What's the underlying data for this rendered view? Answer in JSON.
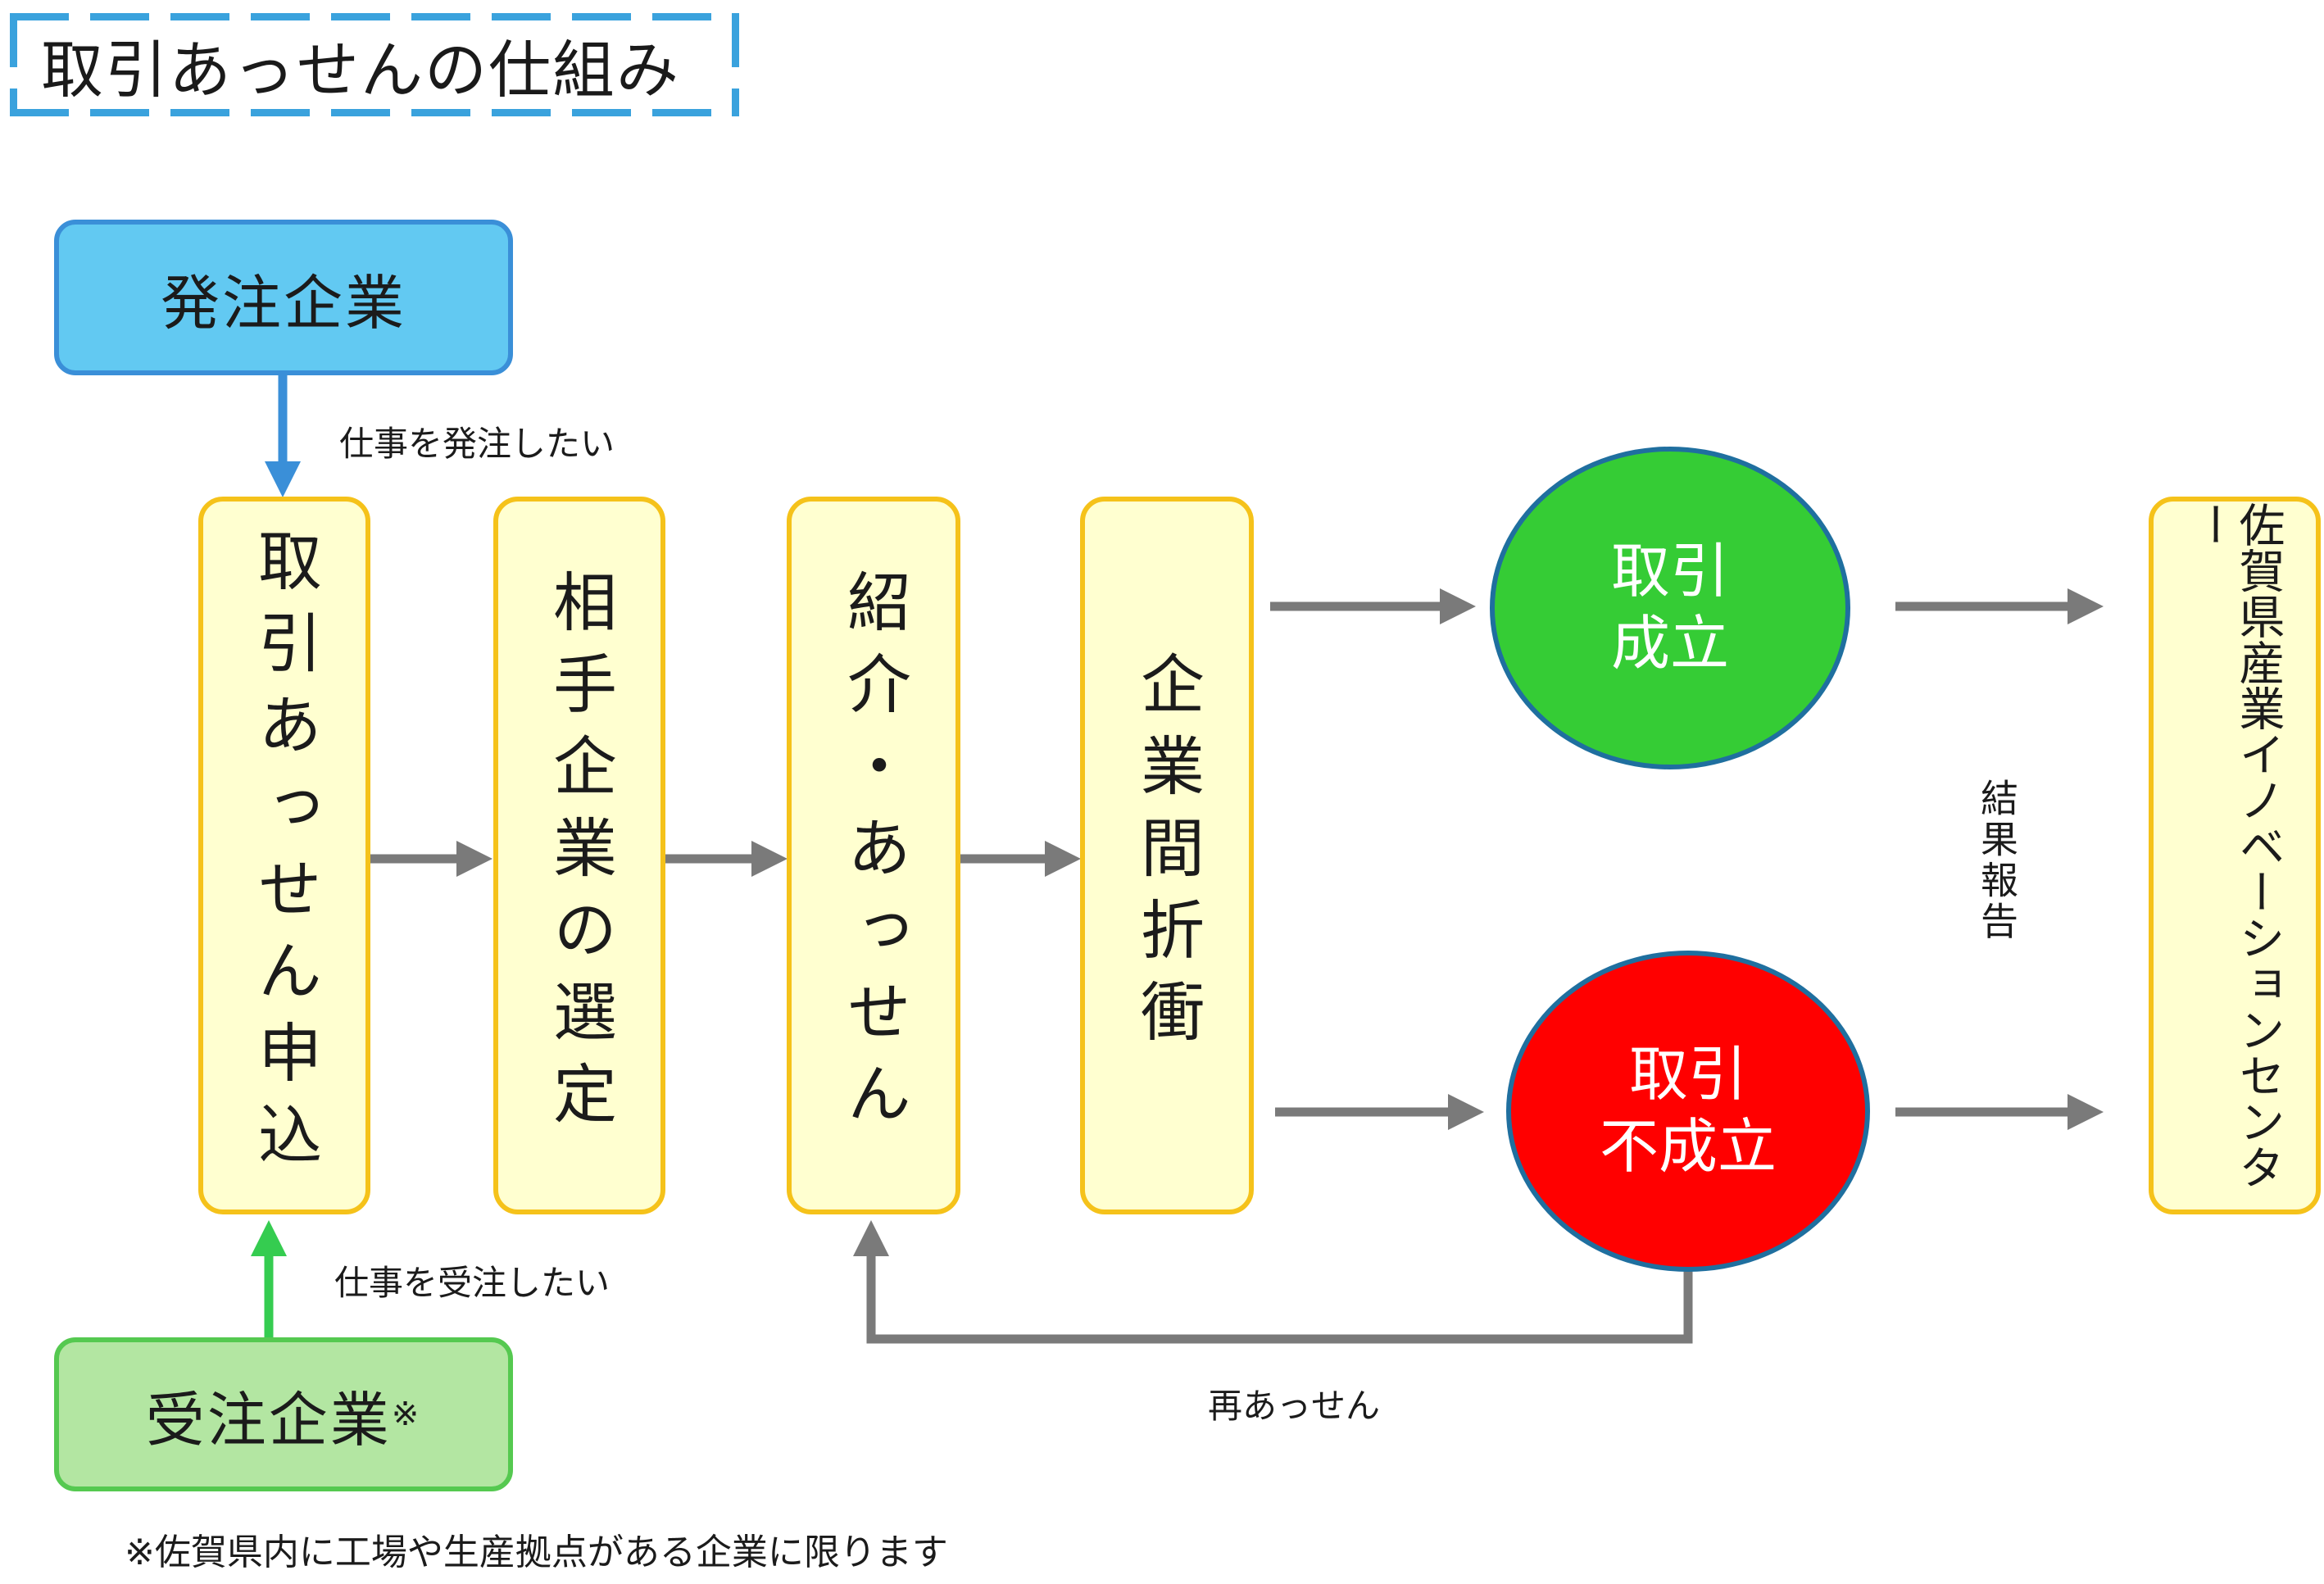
{
  "title": "取引あっせんの仕組み",
  "ordering_company": {
    "label": "発注企業",
    "color": "#62c9f2",
    "border": "#3a8fd8"
  },
  "receiving_company": {
    "label": "受注企業",
    "mark": "※",
    "color": "#b3e6a2",
    "border": "#55c950"
  },
  "labels": {
    "want_order": "仕事を発注したい",
    "want_receive": "仕事を受注したい",
    "reintroduce": "再あっせん",
    "report": "結果報告",
    "footnote": "※佐賀県内に工場や生産拠点がある企業に限ります"
  },
  "steps": [
    {
      "label": "取引あっせん申込"
    },
    {
      "label": "相手企業の選定"
    },
    {
      "label": "紹介・あっせん"
    },
    {
      "label": "企業間折衝"
    }
  ],
  "outcomes": {
    "success": {
      "line1": "取引",
      "line2": "成立",
      "color": "#35cc35"
    },
    "failure": {
      "line1": "取引",
      "line2": "不成立",
      "color": "#ff0000"
    }
  },
  "center": {
    "label": "佐賀県産業イノベーションセンター"
  },
  "colors": {
    "step_fill": "#ffffd0",
    "step_border": "#f5c21a",
    "arrow_gray": "#7a7a7a",
    "arrow_blue": "#3a8fd8",
    "arrow_green": "#35cc50",
    "title_border": "#3aa2dd"
  }
}
